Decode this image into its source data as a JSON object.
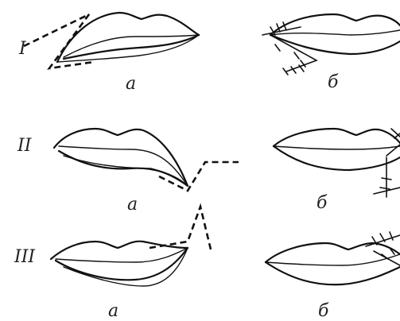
{
  "rows": [
    {
      "numeral": "I",
      "left_label": "а",
      "right_label": "б"
    },
    {
      "numeral": "II",
      "left_label": "а",
      "right_label": "б"
    },
    {
      "numeral": "III",
      "left_label": "а",
      "right_label": "б"
    }
  ]
}
